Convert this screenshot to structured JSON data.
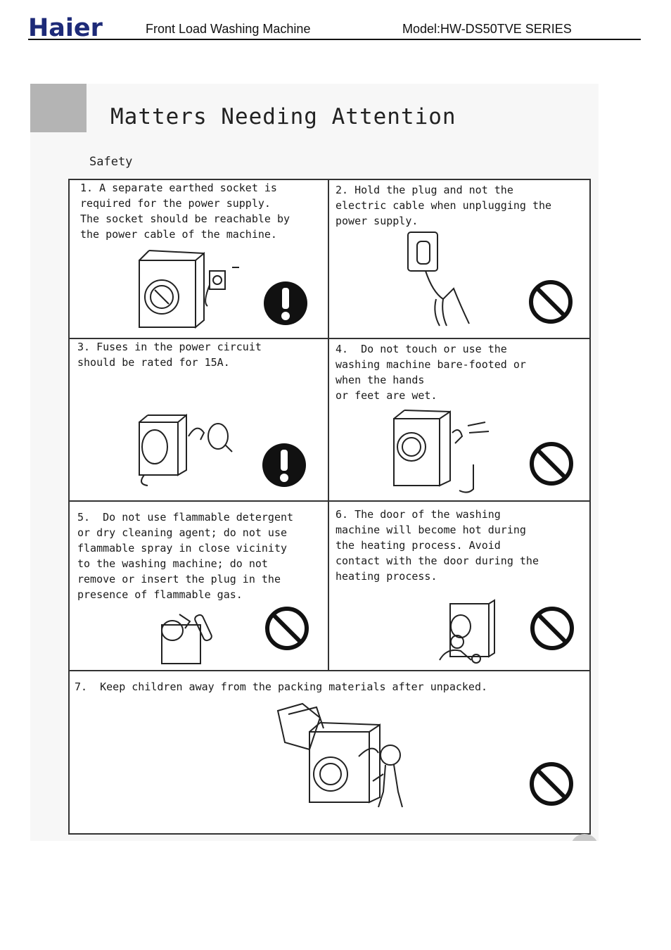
{
  "header": {
    "brand": "Haier",
    "doc_title": "Front Load Washing Machine",
    "model": "Model:HW-DS50TVE SERIES"
  },
  "page": {
    "heading": "Matters Needing Attention",
    "section": "Safety"
  },
  "items": [
    {
      "text": "1. A separate earthed socket is\nrequired for the power supply.\nThe socket should be reachable by\nthe power cable of the machine.",
      "sign": "mandatory"
    },
    {
      "text": "2. Hold the plug and not the\nelectric cable when unplugging the\npower supply.",
      "sign": "prohibited"
    },
    {
      "text": "3. Fuses in the power circuit\nshould be rated for 15A.",
      "sign": "mandatory"
    },
    {
      "text": "4.  Do not touch or use the\nwashing machine bare-footed or\nwhen the hands\nor feet are wet.",
      "sign": "prohibited"
    },
    {
      "text": "5.  Do not use flammable detergent\nor dry cleaning agent; do not use\nflammable spray in close vicinity\nto the washing machine; do not\nremove or insert the plug in the\npresence of flammable gas.",
      "sign": "prohibited"
    },
    {
      "text": "6. The door of the washing\nmachine will become hot during\nthe heating process. Avoid\ncontact with the door during the\nheating process.",
      "sign": "prohibited"
    },
    {
      "text": "7.  Keep children away from the packing materials after unpacked.",
      "sign": "prohibited"
    }
  ]
}
